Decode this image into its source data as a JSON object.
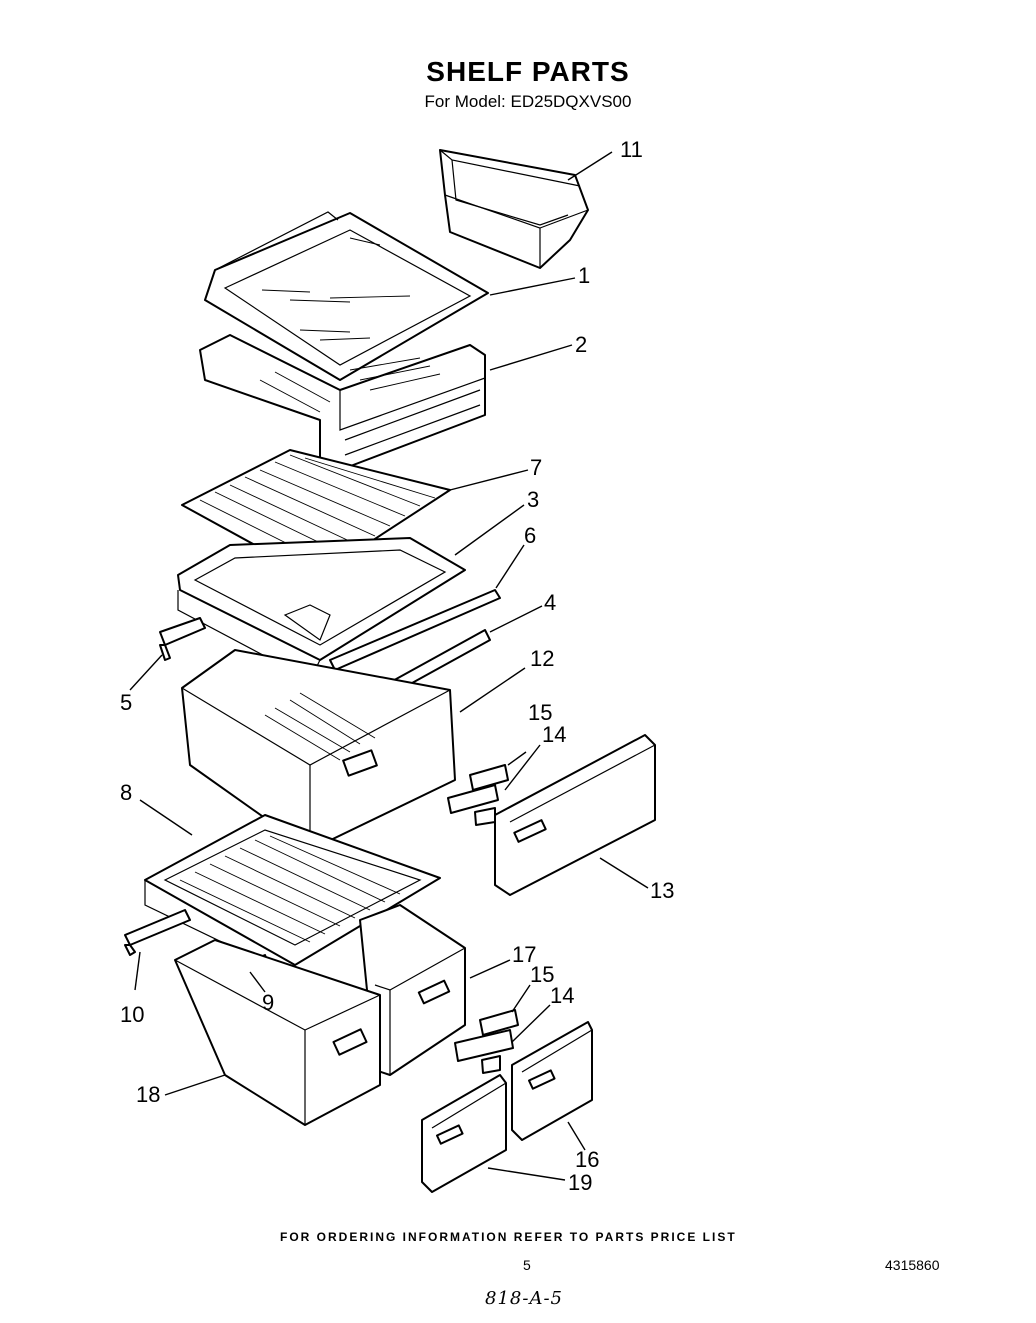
{
  "header": {
    "title": "SHELF PARTS",
    "subtitle": "For Model: ED25DQXVS00"
  },
  "callouts": [
    {
      "id": "c11",
      "label": "11"
    },
    {
      "id": "c1",
      "label": "1"
    },
    {
      "id": "c2",
      "label": "2"
    },
    {
      "id": "c7",
      "label": "7"
    },
    {
      "id": "c3",
      "label": "3"
    },
    {
      "id": "c6",
      "label": "6"
    },
    {
      "id": "c4",
      "label": "4"
    },
    {
      "id": "c5",
      "label": "5"
    },
    {
      "id": "c12",
      "label": "12"
    },
    {
      "id": "c15a",
      "label": "15"
    },
    {
      "id": "c14a",
      "label": "14"
    },
    {
      "id": "c8",
      "label": "8"
    },
    {
      "id": "c13",
      "label": "13"
    },
    {
      "id": "c10",
      "label": "10"
    },
    {
      "id": "c9",
      "label": "9"
    },
    {
      "id": "c17",
      "label": "17"
    },
    {
      "id": "c15b",
      "label": "15"
    },
    {
      "id": "c14b",
      "label": "14"
    },
    {
      "id": "c18",
      "label": "18"
    },
    {
      "id": "c16",
      "label": "16"
    },
    {
      "id": "c19",
      "label": "19"
    }
  ],
  "footer": {
    "note": "FOR ORDERING INFORMATION REFER TO PARTS PRICE LIST",
    "page_number": "5",
    "document_number": "4315860",
    "handwritten": "818-A-5"
  }
}
